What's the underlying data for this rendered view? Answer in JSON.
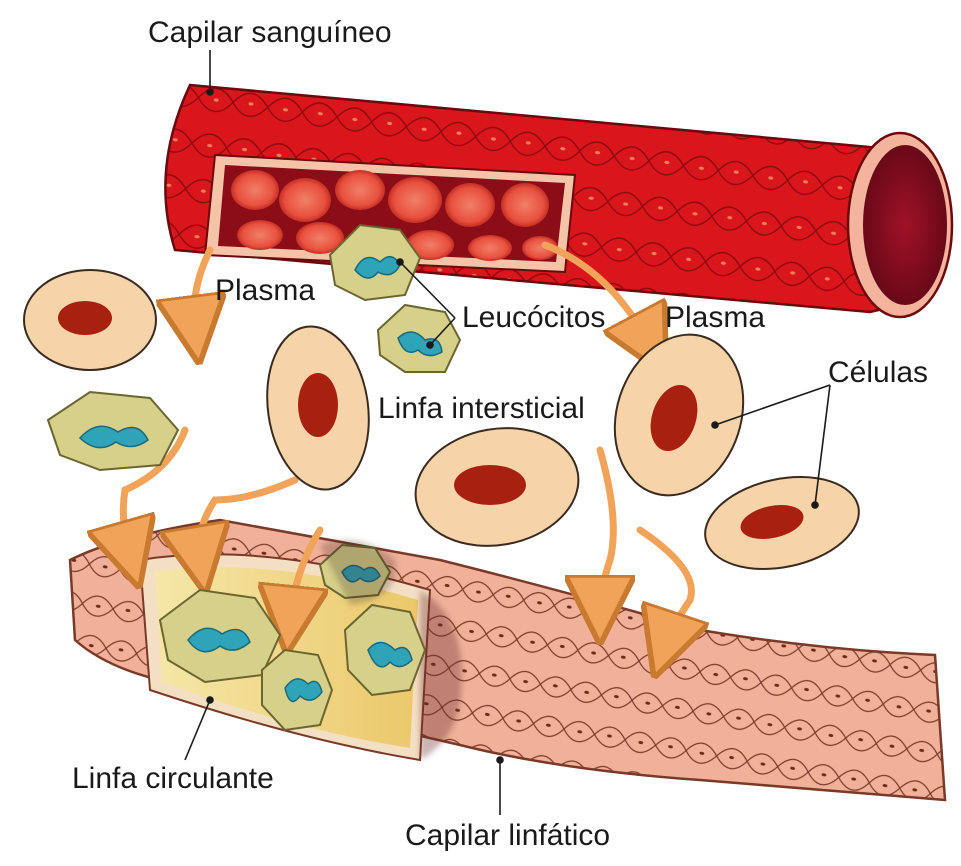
{
  "labels": {
    "blood_capillary": "Capilar sanguíneo",
    "plasma_left": "Plasma",
    "plasma_right": "Plasma",
    "leukocytes": "Leucócitos",
    "interstitial_lymph": "Linfa intersticial",
    "cells": "Células",
    "circulating_lymph": "Linfa circulante",
    "lymph_capillary": "Capilar linfático"
  },
  "colors": {
    "blood_vessel": "#d9161c",
    "blood_lumen": "#7a0d1f",
    "red_cell": "#e8503e",
    "tissue_cell": "#f6d3a8",
    "cell_nucleus": "#a8200f",
    "leukocyte": "#d6d08a",
    "leukocyte_nucleus": "#2fa3b8",
    "lymph_vessel": "#f0b09a",
    "lymph_fluid": "#f3df8a",
    "arrow": "#f2a35a"
  }
}
